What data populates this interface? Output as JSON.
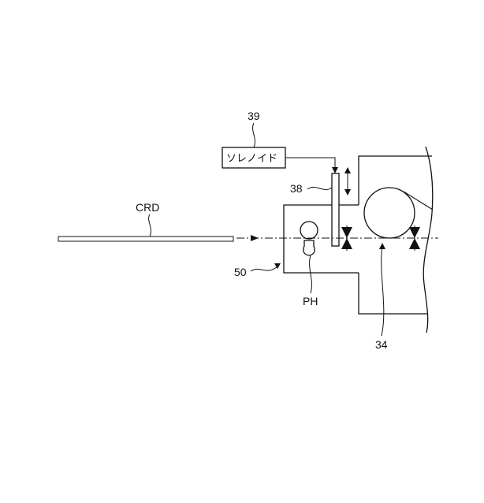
{
  "labels": {
    "solenoid_ref": "39",
    "solenoid": "ソレノイド",
    "stopper_ref": "38",
    "card": "CRD",
    "unit_ref": "50",
    "photo_sensor": "PH",
    "roller_ref": "34"
  },
  "colors": {
    "line": "#111111",
    "background": "#ffffff"
  }
}
